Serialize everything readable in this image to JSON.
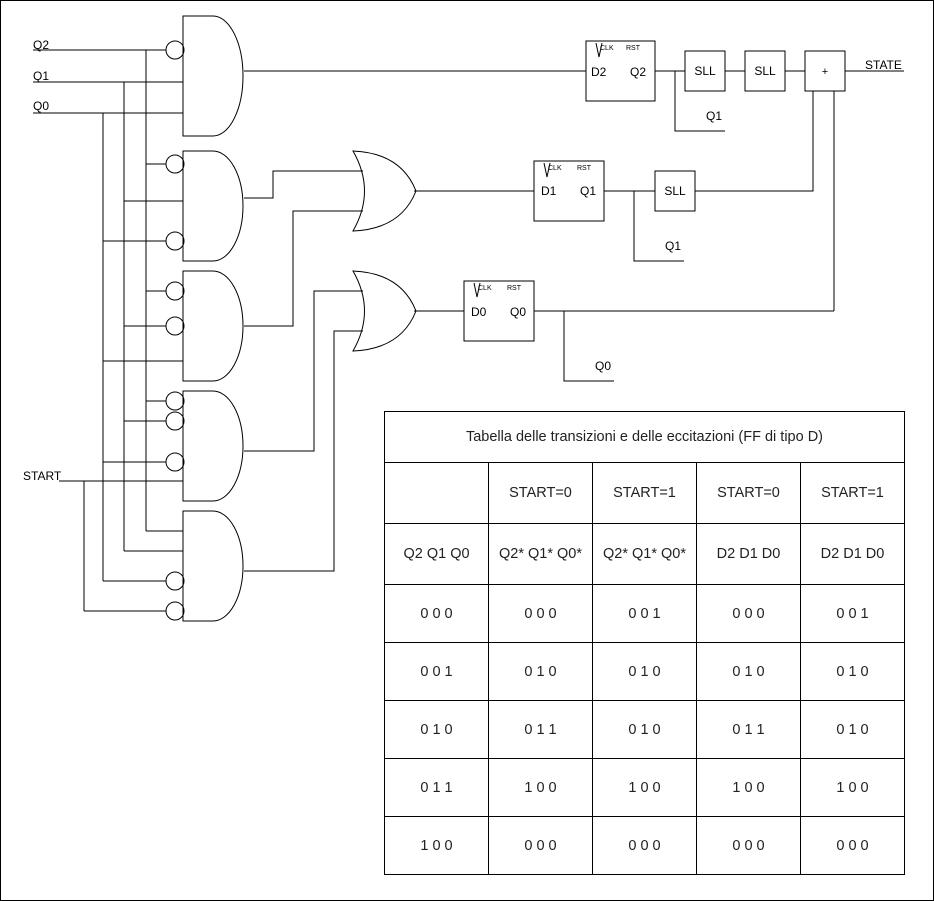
{
  "inputs": {
    "q2": "Q2",
    "q1": "Q1",
    "q0": "Q0",
    "start": "START"
  },
  "flip_flops": [
    {
      "clk": "CLK",
      "rst": "RST",
      "d": "D2",
      "q": "Q2",
      "feedback": "Q1"
    },
    {
      "clk": "CLK",
      "rst": "RST",
      "d": "D1",
      "q": "Q1",
      "feedback": "Q1"
    },
    {
      "clk": "CLK",
      "rst": "RST",
      "d": "D0",
      "q": "Q0",
      "feedback": "Q0"
    }
  ],
  "blocks": {
    "sll_1": "SLL",
    "sll_2": "SLL",
    "sll_3": "SLL",
    "adder": "+"
  },
  "output": {
    "label": "STATE"
  },
  "table": {
    "title": "Tabella delle transizioni e delle eccitazioni (FF di tipo D)",
    "start_headers": [
      "",
      "START=0",
      "START=1",
      "START=0",
      "START=1"
    ],
    "column_headers": [
      "Q2 Q1 Q0",
      "Q2* Q1* Q0*",
      "Q2* Q1* Q0*",
      "D2 D1 D0",
      "D2 D1 D0"
    ],
    "rows": [
      [
        "0 0 0",
        "0 0 0",
        "0 0 1",
        "0 0 0",
        "0 0 1"
      ],
      [
        "0 0 1",
        "0 1 0",
        "0 1 0",
        "0 1 0",
        "0 1 0"
      ],
      [
        "0 1 0",
        "0 1 1",
        "0 1 0",
        "0 1 1",
        "0 1 0"
      ],
      [
        "0 1 1",
        "1 0 0",
        "1 0 0",
        "1 0 0",
        "1 0 0"
      ],
      [
        "1 0 0",
        "0 0 0",
        "0 0 0",
        "0 0 0",
        "0 0 0"
      ]
    ]
  }
}
